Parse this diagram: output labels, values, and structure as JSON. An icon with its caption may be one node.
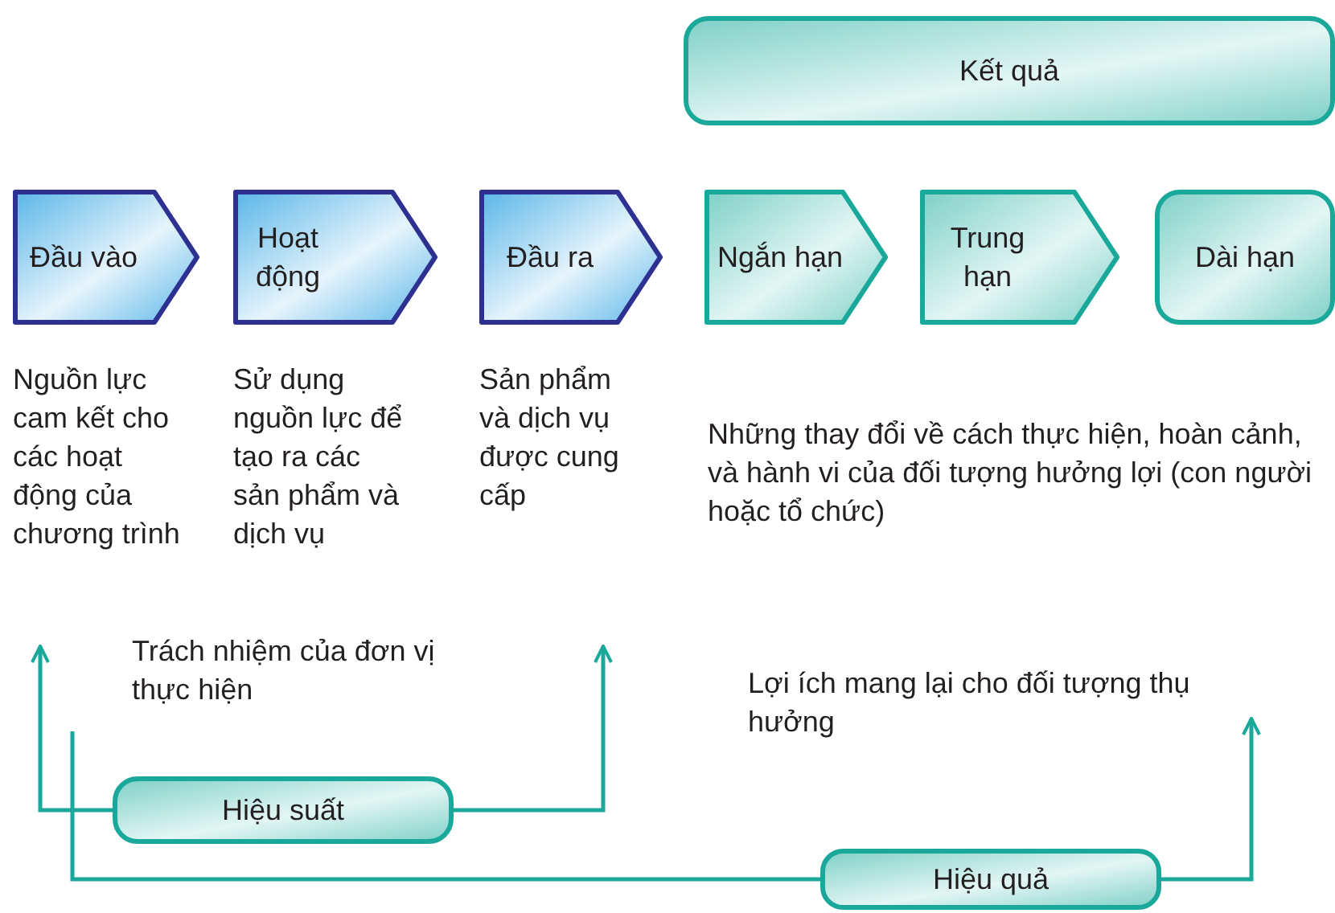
{
  "diagram": {
    "nodes": [
      {
        "text": [
          "Kết quả"
        ]
      },
      {
        "text": [
          "Đầu vào"
        ],
        "beside": [
          "Nguồn lực cam kết cho các hoạt động của chương trình"
        ]
      },
      {
        "text": [
          "Hoạt động"
        ],
        "beside": [
          "Sử dụng nguồn lực để tạo ra các sản phẩm và dịch vụ"
        ]
      },
      {
        "text": [
          "Đầu ra"
        ],
        "beside": [
          "Sản phẩm và dịch vụ được cung cấp"
        ]
      },
      {
        "text": [
          "Ngắn hạn"
        ]
      },
      {
        "text": [
          "Trung hạn"
        ]
      },
      {
        "text": [
          "Dài hạn"
        ]
      },
      {
        "text": [
          "Hiệu suất"
        ]
      },
      {
        "text": [
          "Hiệu quả"
        ]
      }
    ],
    "edges": [
      {
        "from": 7,
        "to": null,
        "arrow": "to"
      },
      {
        "from": 7,
        "to": null,
        "arrow": "to"
      },
      {
        "from": null,
        "to": 8,
        "arrow": "none"
      },
      {
        "from": 8,
        "to": null,
        "arrow": "to"
      }
    ],
    "labels": [
      "Những thay đổi về cách thực hiện, hoàn cảnh, và hành vi của đối tượng hưởng lợi (con người hoặc tổ chức)",
      "Trách nhiệm của đơn vị thực hiện",
      "Lợi ích mang lại cho đối tượng thụ hưởng"
    ]
  }
}
